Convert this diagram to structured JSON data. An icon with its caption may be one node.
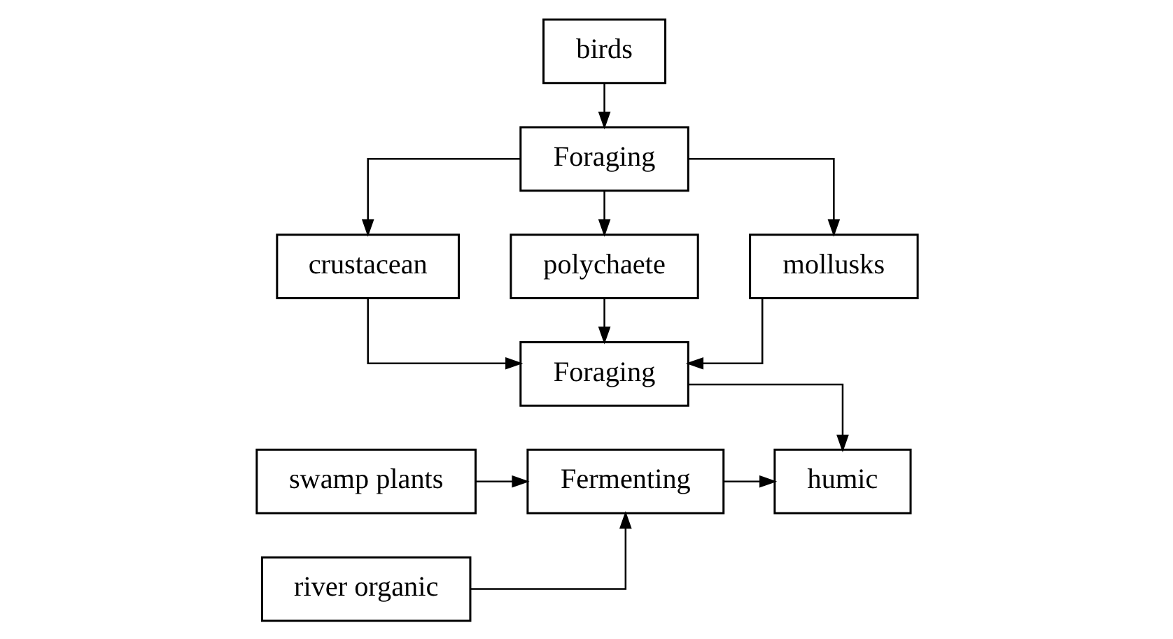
{
  "diagram": {
    "nodes": [
      {
        "text": [
          "birds"
        ]
      },
      {
        "text": [
          "Foraging"
        ]
      },
      {
        "text": [
          "crustacean"
        ]
      },
      {
        "text": [
          "polychaete"
        ]
      },
      {
        "text": [
          "mollusks"
        ]
      },
      {
        "text": [
          "Foraging"
        ]
      },
      {
        "text": [
          "humic"
        ]
      },
      {
        "text": [
          "Fermenting"
        ]
      },
      {
        "text": [
          "swamp plants"
        ]
      },
      {
        "text": [
          "river organic"
        ]
      }
    ],
    "edges": [
      {
        "from": 0,
        "to": 1,
        "arrow": "to"
      },
      {
        "from": 1,
        "to": 2,
        "arrow": "to"
      },
      {
        "from": 1,
        "to": 3,
        "arrow": "to"
      },
      {
        "from": 1,
        "to": 4,
        "arrow": "to"
      },
      {
        "from": 2,
        "to": 5,
        "arrow": "to"
      },
      {
        "from": 3,
        "to": 5,
        "arrow": "to"
      },
      {
        "from": 4,
        "to": 5,
        "arrow": "to"
      },
      {
        "from": 5,
        "to": 6,
        "arrow": "to"
      },
      {
        "from": 7,
        "to": 6,
        "arrow": "to"
      },
      {
        "from": 8,
        "to": 7,
        "arrow": "to"
      },
      {
        "from": 9,
        "to": 7,
        "arrow": "to"
      }
    ]
  }
}
